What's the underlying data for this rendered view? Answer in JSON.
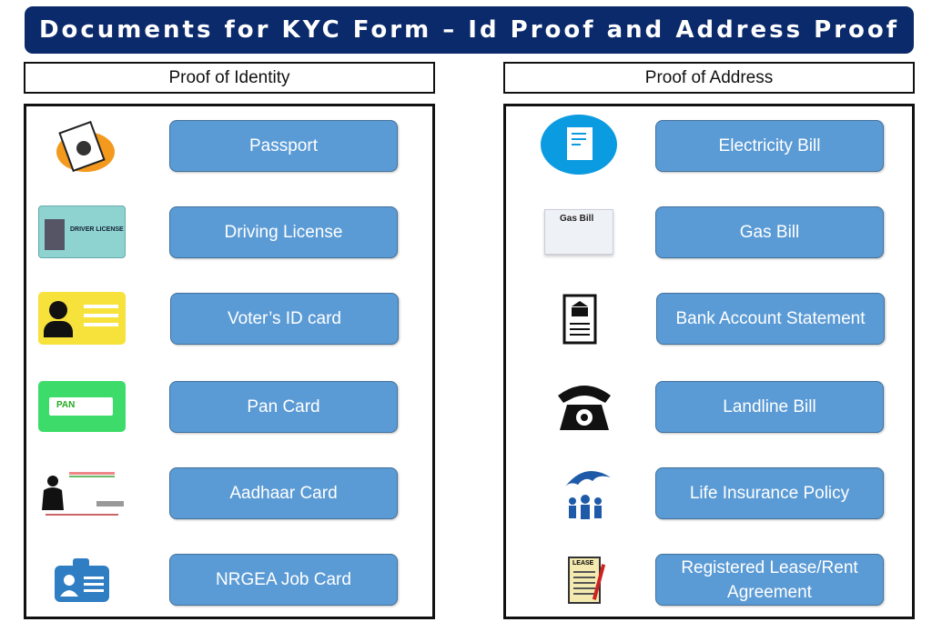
{
  "title": "Documents for KYC Form – Id Proof and Address Proof",
  "identity": {
    "heading": "Proof of Identity",
    "items": [
      {
        "label": "Passport",
        "icon": "passport-icon"
      },
      {
        "label": "Driving License",
        "icon": "driving-license-icon",
        "icon_text": "DRIVER LICENSE"
      },
      {
        "label": "Voter’s ID card",
        "icon": "voter-id-icon"
      },
      {
        "label": "Pan Card",
        "icon": "pan-card-icon",
        "icon_text": "PAN"
      },
      {
        "label": "Aadhaar Card",
        "icon": "aadhaar-card-icon"
      },
      {
        "label": "NRGEA Job Card",
        "icon": "job-card-icon"
      }
    ]
  },
  "address": {
    "heading": "Proof of Address",
    "items": [
      {
        "label": "Electricity Bill",
        "icon": "bill-icon"
      },
      {
        "label": "Gas Bill",
        "icon": "gas-bill-envelope-icon",
        "icon_text": "Gas Bill"
      },
      {
        "label": "Bank Account Statement",
        "icon": "bank-statement-icon"
      },
      {
        "label": "Landline Bill",
        "icon": "telephone-icon"
      },
      {
        "label": "Life Insurance Policy",
        "icon": "insurance-umbrella-icon"
      },
      {
        "label": "Registered Lease/Rent Agreement",
        "icon": "lease-document-icon",
        "icon_text": "LEASE"
      }
    ]
  }
}
